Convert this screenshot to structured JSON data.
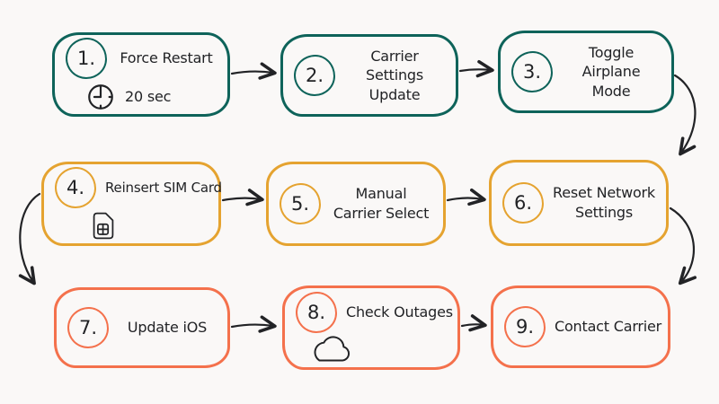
{
  "meta": {
    "background": "#faf8f7",
    "ink": "#222326"
  },
  "rows": [
    {
      "name": "row-1",
      "color": "#0e635a"
    },
    {
      "name": "row-2",
      "color": "#e5a330"
    },
    {
      "name": "row-3",
      "color": "#f4714c"
    }
  ],
  "steps": [
    {
      "num": "1.",
      "label": "Force Restart",
      "sub": "20 sec",
      "icon": "clock-icon",
      "row": 1
    },
    {
      "num": "2.",
      "label": "Carrier Settings Update",
      "row": 1
    },
    {
      "num": "3.",
      "label": "Toggle Airplane Mode",
      "row": 1
    },
    {
      "num": "4.",
      "label": "Reinsert SIM Card",
      "icon": "sim-card-icon",
      "row": 2
    },
    {
      "num": "5.",
      "label": "Manual Carrier Select",
      "row": 2
    },
    {
      "num": "6.",
      "label": "Reset Network Settings",
      "row": 2
    },
    {
      "num": "7.",
      "label": "Update iOS",
      "row": 3
    },
    {
      "num": "8.",
      "label": "Check Outages",
      "icon": "cloud-icon",
      "row": 3
    },
    {
      "num": "9.",
      "label": "Contact Carrier",
      "row": 3
    }
  ],
  "connections": [
    {
      "from": "1",
      "to": "2",
      "style": "straight-right"
    },
    {
      "from": "2",
      "to": "3",
      "style": "straight-right"
    },
    {
      "from": "3",
      "to": "6",
      "style": "curved-down-right-side"
    },
    {
      "from": "4",
      "to": "5",
      "style": "straight-right"
    },
    {
      "from": "5",
      "to": "6",
      "style": "straight-right"
    },
    {
      "from": "6",
      "to": "9",
      "style": "curved-down-right-side"
    },
    {
      "from": "4",
      "to": "7",
      "style": "curved-down-left-side"
    },
    {
      "from": "7",
      "to": "8",
      "style": "straight-right"
    },
    {
      "from": "8",
      "to": "9",
      "style": "straight-right"
    }
  ]
}
